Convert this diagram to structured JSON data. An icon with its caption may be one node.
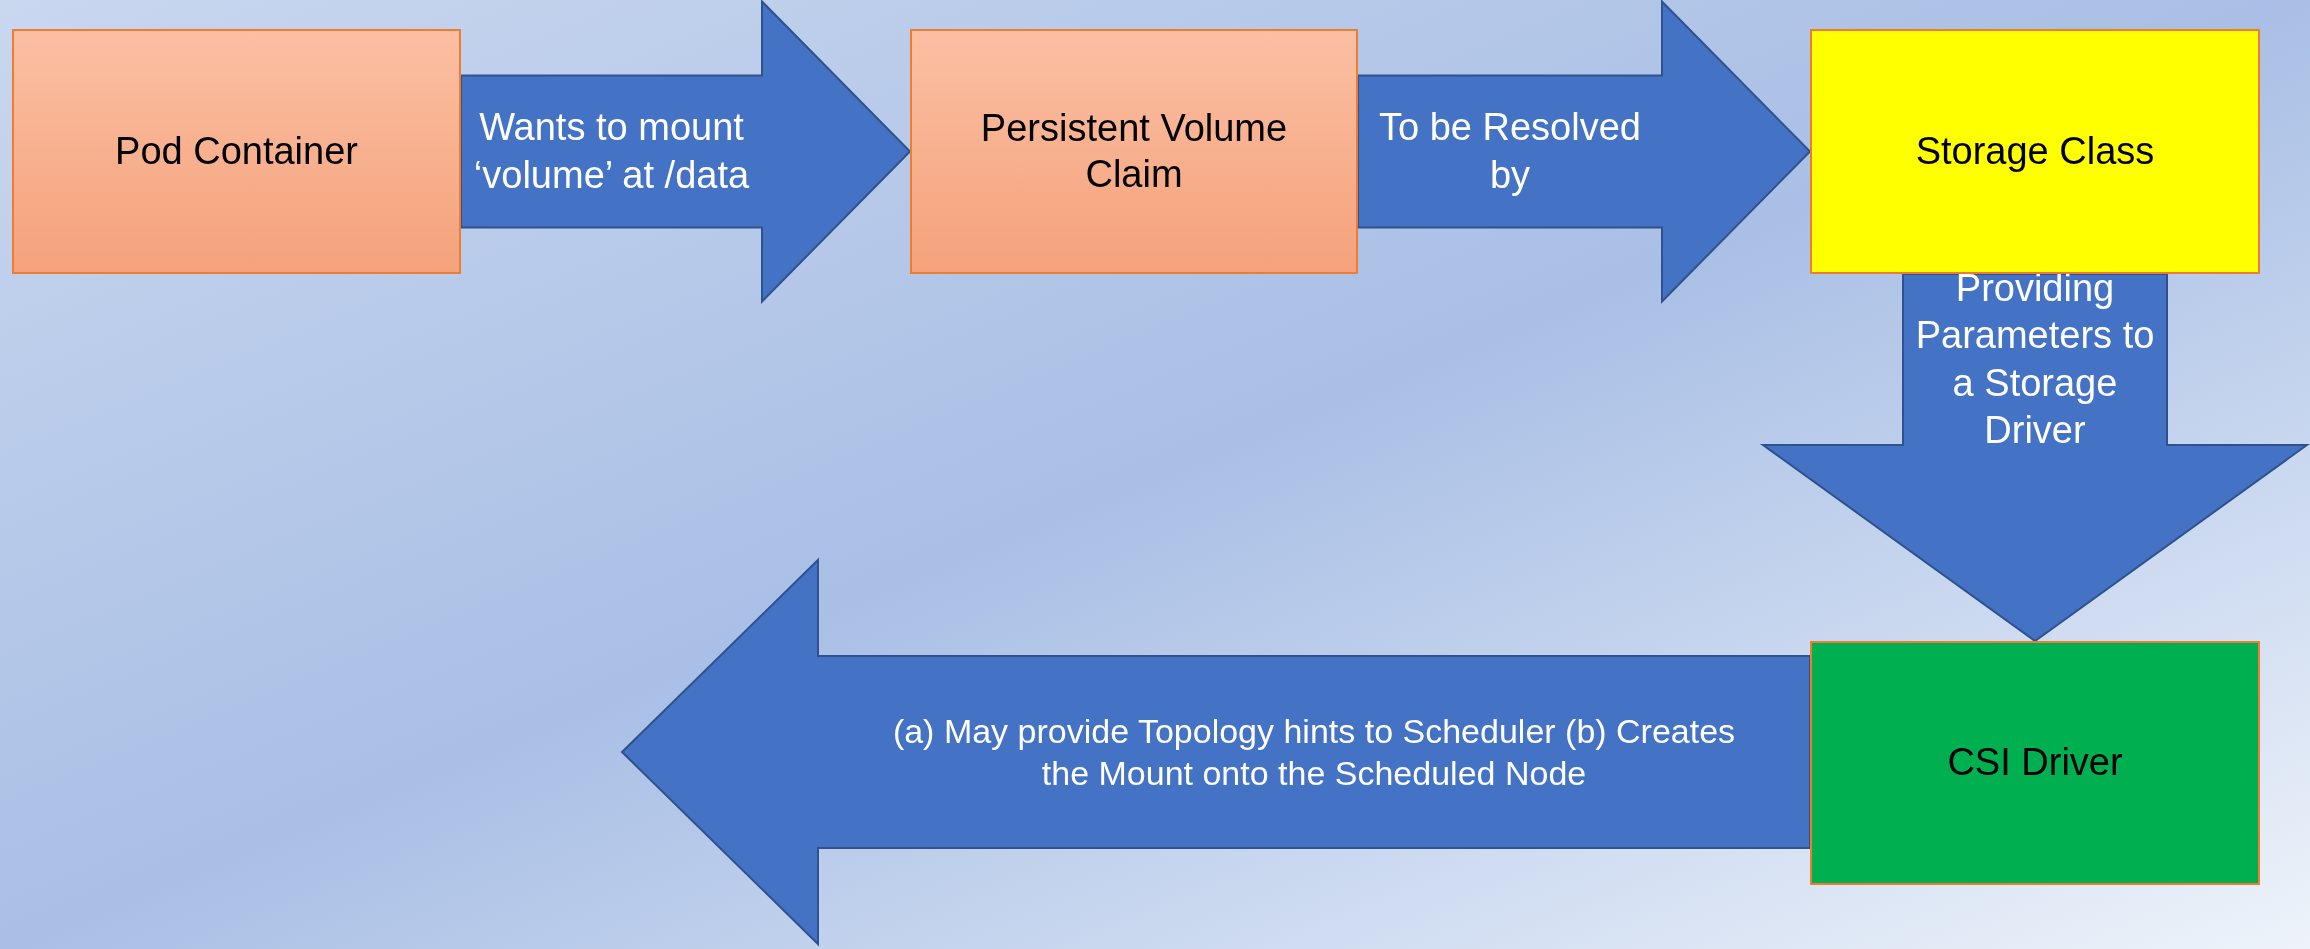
{
  "diagram": {
    "nodes": [
      {
        "text": [
          "Pod Container"
        ]
      },
      {
        "text": [
          "Persistent Volume Claim"
        ]
      },
      {
        "text": [
          "Storage Class"
        ]
      },
      {
        "text": [
          "CSI Driver"
        ]
      }
    ],
    "edges": [
      {
        "from": 0,
        "to": 1,
        "arrow": "to",
        "label": "Wants to mount ‘volume’ at /data"
      },
      {
        "from": 1,
        "to": 2,
        "arrow": "to",
        "label": "To be Resolved by"
      },
      {
        "from": 2,
        "to": 3,
        "arrow": "to",
        "label": "Providing Parameters to a Storage Driver"
      },
      {
        "from": 3,
        "to": null,
        "arrow": "to",
        "label": "(a) May provide Topology hints to Scheduler (b) Creates the Mount onto the Scheduled Node"
      }
    ]
  }
}
